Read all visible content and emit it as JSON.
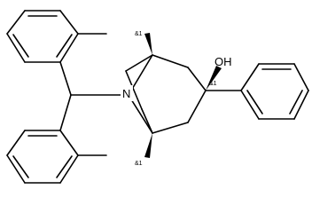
{
  "structure": {
    "atom_labels": {
      "nitrogen": "N",
      "hydroxyl": "OH"
    },
    "stereo_labels": {
      "top_bridgehead": "&1",
      "bottom_bridgehead": "&1",
      "carbinol": "&1"
    }
  }
}
